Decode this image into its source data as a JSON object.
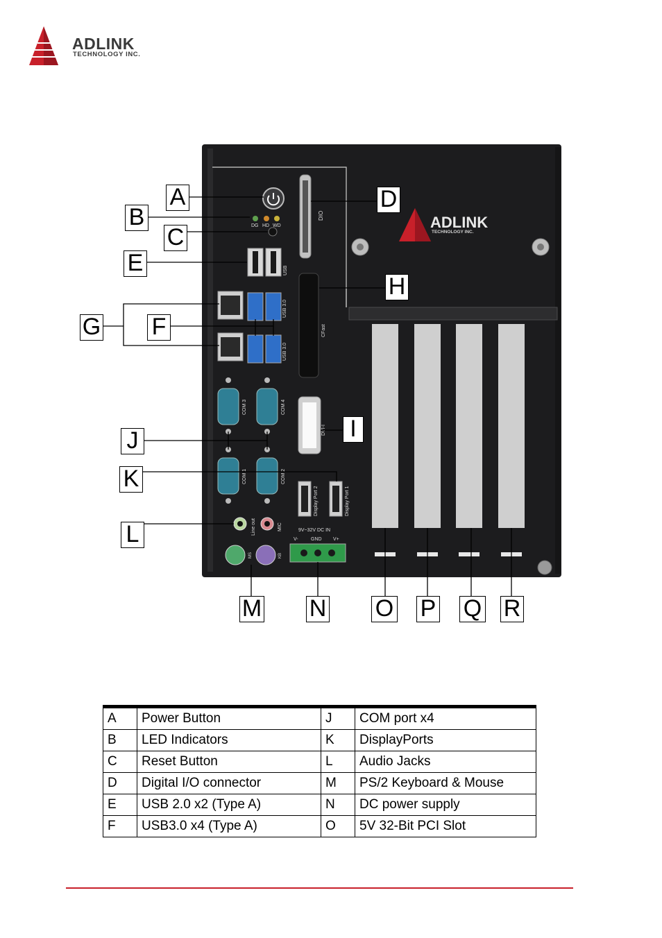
{
  "header": {
    "brand": "ADLINK",
    "tagline": "TECHNOLOGY INC."
  },
  "figure": {
    "panel_labels": {
      "dio": "DIO",
      "led_dg": "DG",
      "led_hd": "HD",
      "led_wd": "WD",
      "usb": "USB",
      "usb30": "USB 3.0",
      "cfast": "CFast",
      "com3": "COM 3",
      "com4": "COM 4",
      "com1": "COM 1",
      "com2": "COM 2",
      "dvi": "DVI-I",
      "dp2": "Display Port 2",
      "dp1": "Display Port 1",
      "lineout": "Line out",
      "mic": "MIC",
      "ms": "MS",
      "kb": "KB",
      "dcin": "9V~32V DC IN",
      "vminus": "V-",
      "gnd": "GND",
      "vplus": "V+",
      "brand": "ADLINK",
      "brand_sub": "TECHNOLOGY INC."
    },
    "callouts": [
      "A",
      "B",
      "C",
      "D",
      "E",
      "F",
      "G",
      "H",
      "I",
      "J",
      "K",
      "L",
      "M",
      "N",
      "O",
      "P",
      "Q",
      "R"
    ]
  },
  "table": {
    "rows": [
      {
        "k1": "A",
        "v1": "Power Button",
        "k2": "J",
        "v2": "COM port x4"
      },
      {
        "k1": "B",
        "v1": "LED Indicators",
        "k2": "K",
        "v2": "DisplayPorts"
      },
      {
        "k1": "C",
        "v1": "Reset Button",
        "k2": "L",
        "v2": "Audio Jacks"
      },
      {
        "k1": "D",
        "v1": "Digital I/O connector",
        "k2": "M",
        "v2": "PS/2 Keyboard & Mouse"
      },
      {
        "k1": "E",
        "v1": "USB 2.0 x2 (Type A)",
        "k2": "N",
        "v2": "DC power supply"
      },
      {
        "k1": "F",
        "v1": "USB3.0 x4 (Type A)",
        "k2": "O",
        "v2": "5V 32-Bit PCI Slot"
      }
    ]
  },
  "colors": {
    "brand_red": "#c8202a",
    "chassis": "#1c1c1e",
    "serial_teal": "#2f7f95",
    "usb3_blue": "#2f6fc8"
  }
}
